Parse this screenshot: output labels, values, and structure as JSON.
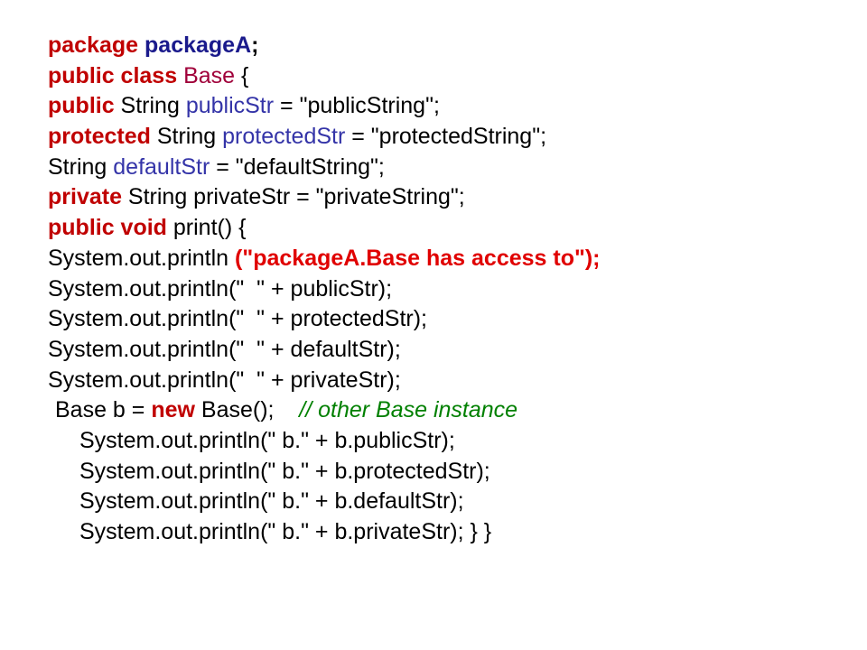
{
  "colors": {
    "keyword": "#c00000",
    "type_name": "#a0003a",
    "field": "#3434a8",
    "package_name": "#1a1a8c",
    "string_bold": "#e00000",
    "comment": "#008000",
    "plain": "#000000"
  },
  "code_lines": [
    {
      "indent": 0,
      "segments": [
        {
          "kind": "keyword",
          "text": "package "
        },
        {
          "kind": "package-name",
          "text": "packageA"
        },
        {
          "kind": "plain-bold",
          "text": ";"
        }
      ]
    },
    {
      "indent": 0,
      "segments": [
        {
          "kind": "keyword",
          "text": "public class "
        },
        {
          "kind": "type-name",
          "text": "Base"
        },
        {
          "kind": "plain",
          "text": " {"
        }
      ]
    },
    {
      "indent": 0,
      "segments": [
        {
          "kind": "keyword",
          "text": "public"
        },
        {
          "kind": "plain",
          "text": " String "
        },
        {
          "kind": "field",
          "text": "publicStr"
        },
        {
          "kind": "plain",
          "text": " = \"publicString\";"
        }
      ]
    },
    {
      "indent": 0,
      "segments": [
        {
          "kind": "keyword",
          "text": "protected"
        },
        {
          "kind": "plain",
          "text": " String "
        },
        {
          "kind": "field",
          "text": "protectedStr"
        },
        {
          "kind": "plain",
          "text": " = \"protectedString\";"
        }
      ]
    },
    {
      "indent": 0,
      "segments": [
        {
          "kind": "plain",
          "text": "String "
        },
        {
          "kind": "field",
          "text": "defaultStr"
        },
        {
          "kind": "plain",
          "text": " = \"defaultString\";"
        }
      ]
    },
    {
      "indent": 0,
      "segments": [
        {
          "kind": "keyword",
          "text": "private"
        },
        {
          "kind": "plain",
          "text": " String privateStr = \"privateString\";"
        }
      ]
    },
    {
      "indent": 0,
      "segments": [
        {
          "kind": "keyword",
          "text": "public void"
        },
        {
          "kind": "plain",
          "text": " print() {"
        }
      ]
    },
    {
      "indent": 0,
      "segments": [
        {
          "kind": "plain",
          "text": "System.out.println "
        },
        {
          "kind": "string-bold",
          "text": "(\"packageA.Base has access to\");"
        }
      ]
    },
    {
      "indent": 0,
      "segments": [
        {
          "kind": "plain",
          "text": "System.out.println(\"  \" + publicStr);"
        }
      ]
    },
    {
      "indent": 0,
      "segments": [
        {
          "kind": "plain",
          "text": "System.out.println(\"  \" + protectedStr);"
        }
      ]
    },
    {
      "indent": 0,
      "segments": [
        {
          "kind": "plain",
          "text": "System.out.println(\"  \" + defaultStr);"
        }
      ]
    },
    {
      "indent": 0,
      "segments": [
        {
          "kind": "plain",
          "text": "System.out.println(\"  \" + privateStr);"
        }
      ]
    },
    {
      "indent": 1,
      "segments": [
        {
          "kind": "plain",
          "text": "Base b = "
        },
        {
          "kind": "keyword",
          "text": "new"
        },
        {
          "kind": "plain",
          "text": " Base();    "
        },
        {
          "kind": "comment",
          "text": "// other Base instance"
        }
      ]
    },
    {
      "indent": 2,
      "segments": [
        {
          "kind": "plain",
          "text": "System.out.println(\" b.\" + b.publicStr);"
        }
      ]
    },
    {
      "indent": 2,
      "segments": [
        {
          "kind": "plain",
          "text": "System.out.println(\" b.\" + b.protectedStr);"
        }
      ]
    },
    {
      "indent": 2,
      "segments": [
        {
          "kind": "plain",
          "text": "System.out.println(\" b.\" + b.defaultStr);"
        }
      ]
    },
    {
      "indent": 2,
      "segments": [
        {
          "kind": "plain",
          "text": "System.out.println(\" b.\" + b.privateStr); } }"
        }
      ]
    }
  ]
}
